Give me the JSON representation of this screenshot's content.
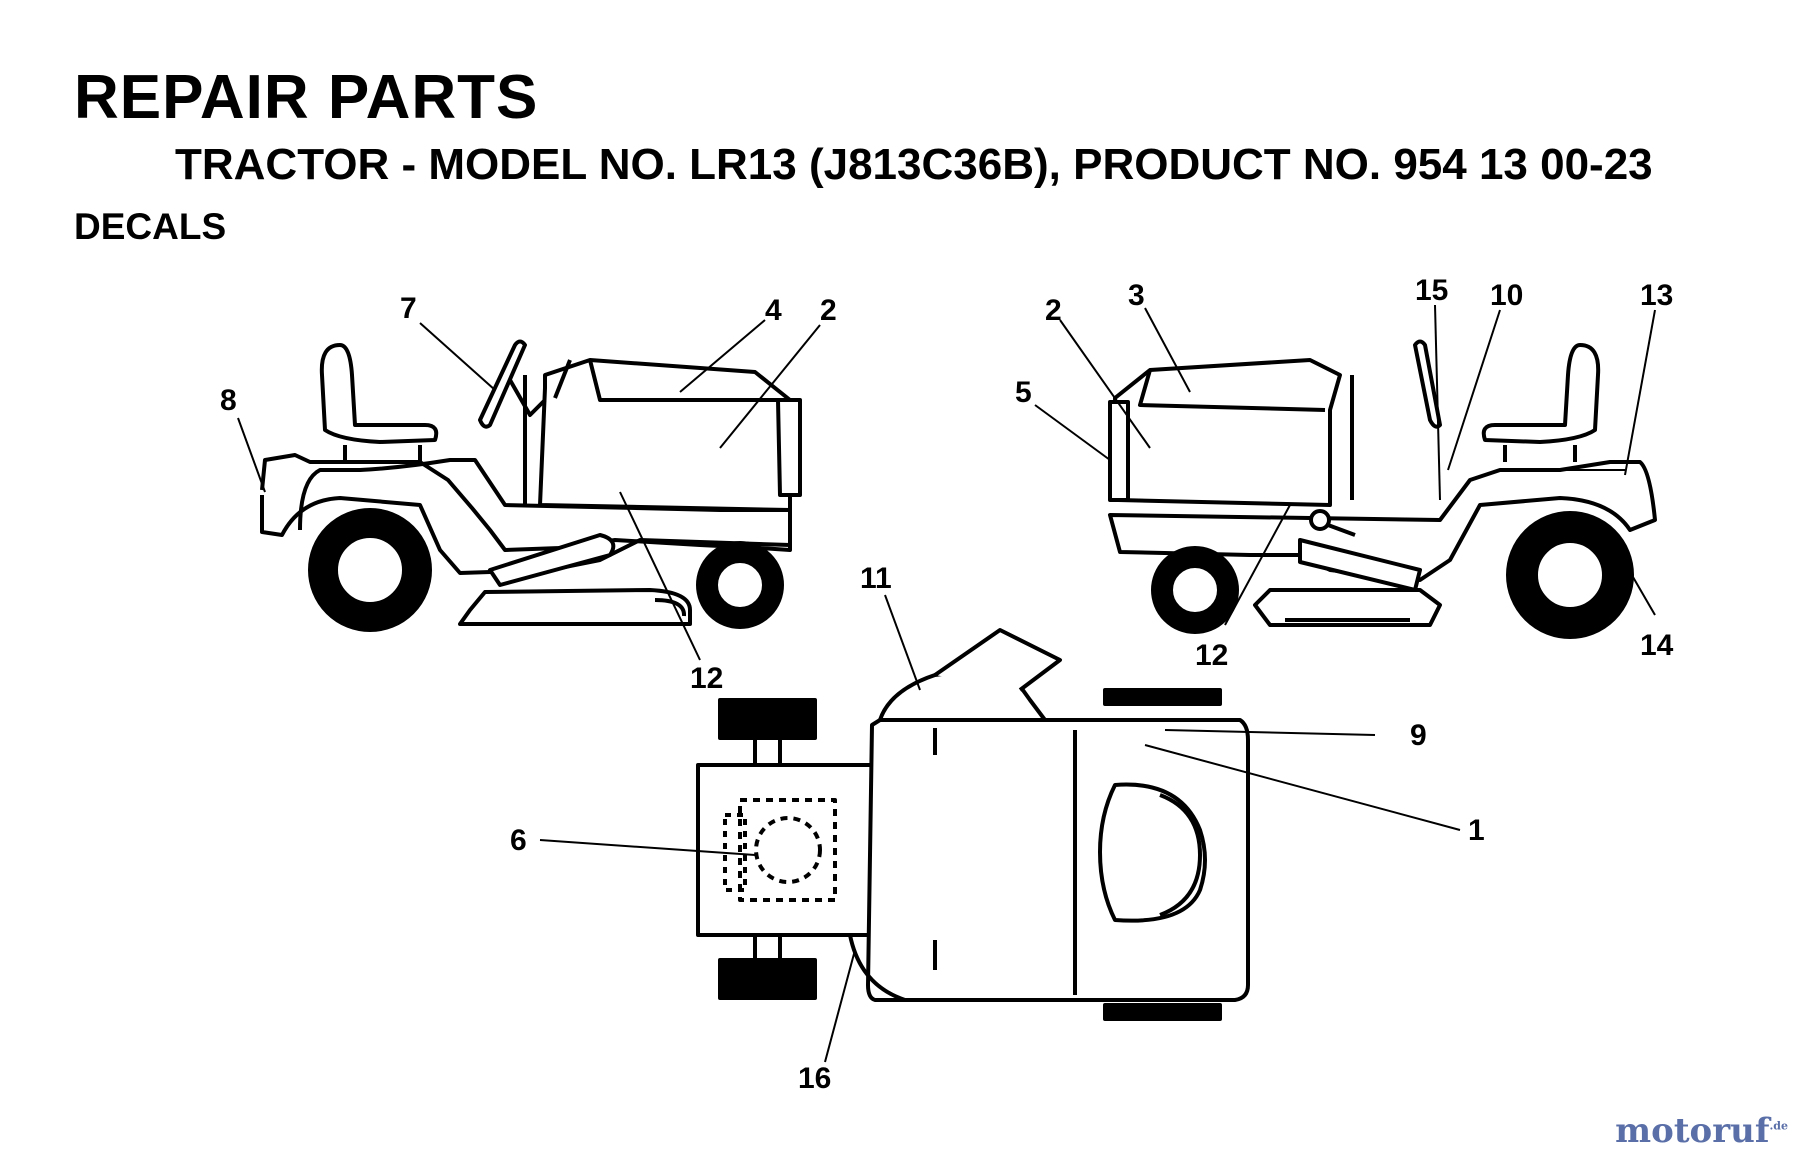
{
  "header": {
    "title": "REPAIR PARTS",
    "subtitle": "TRACTOR - MODEL NO. LR13 (J813C36B), PRODUCT NO. 954 13 00-23",
    "section": "DECALS"
  },
  "callouts": {
    "left_7": "7",
    "left_4": "4",
    "left_2": "2",
    "left_8": "8",
    "left_12": "12",
    "right_2": "2",
    "right_3": "3",
    "right_5": "5",
    "right_15": "15",
    "right_10": "10",
    "right_13": "13",
    "right_12": "12",
    "right_14": "14",
    "top_11": "11",
    "top_9": "9",
    "top_1": "1",
    "top_6": "6",
    "top_16": "16"
  },
  "watermark": {
    "text": "motoruf",
    "suffix": ".de"
  }
}
